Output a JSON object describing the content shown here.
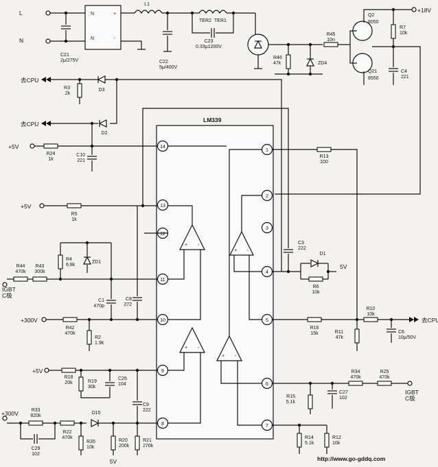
{
  "ic": {
    "name": "LM339",
    "pins": [
      "1",
      "2",
      "3",
      "4",
      "5",
      "6",
      "7",
      "8",
      "9",
      "10",
      "11",
      "12",
      "13",
      "14"
    ]
  },
  "terminals": {
    "L": "L",
    "N": "N",
    "v18": "+18V",
    "v5": "+5V",
    "v5b": "5V",
    "v300": "+300V",
    "cpu": "去CPU",
    "igbt": "IGBT",
    "cpole": "C极"
  },
  "bridge": {
    "n1": "N",
    "n2": "N",
    "plus": "+",
    "minus": "-"
  },
  "components": [
    {
      "ref": "C21",
      "value": "2μ/275V"
    },
    {
      "ref": "L1",
      "value": ""
    },
    {
      "ref": "C22",
      "value": "5μ/400V"
    },
    {
      "ref": "TER2",
      "value": ""
    },
    {
      "ref": "TER1",
      "value": ""
    },
    {
      "ref": "C23",
      "value": "0.33μ1200V"
    },
    {
      "ref": "R46",
      "value": "47k"
    },
    {
      "ref": "R45",
      "value": "10n"
    },
    {
      "ref": "ZD4",
      "value": ""
    },
    {
      "ref": "Q2",
      "value": "8050"
    },
    {
      "ref": "Q21",
      "value": "8550"
    },
    {
      "ref": "R7",
      "value": "10k"
    },
    {
      "ref": "C4",
      "value": "221"
    },
    {
      "ref": "R3",
      "value": "2k"
    },
    {
      "ref": "D3",
      "value": ""
    },
    {
      "ref": "D2",
      "value": ""
    },
    {
      "ref": "R24",
      "value": "1k"
    },
    {
      "ref": "C10",
      "value": "221"
    },
    {
      "ref": "R5",
      "value": "1k"
    },
    {
      "ref": "R13",
      "value": "100"
    },
    {
      "ref": "R4",
      "value": "6.8k"
    },
    {
      "ref": "ZD1",
      "value": ""
    },
    {
      "ref": "R44",
      "value": "470k"
    },
    {
      "ref": "R43",
      "value": "300k"
    },
    {
      "ref": "C1",
      "value": "470p"
    },
    {
      "ref": "C8",
      "value": "272"
    },
    {
      "ref": "C3",
      "value": "222"
    },
    {
      "ref": "D1",
      "value": ""
    },
    {
      "ref": "R6",
      "value": "10k"
    },
    {
      "ref": "R42",
      "value": "470k"
    },
    {
      "ref": "R2",
      "value": "1.9k"
    },
    {
      "ref": "R16",
      "value": "15k"
    },
    {
      "ref": "R11",
      "value": "47k"
    },
    {
      "ref": "R10",
      "value": "10k"
    },
    {
      "ref": "C6",
      "value": "10μ/50V"
    },
    {
      "ref": "R18",
      "value": "20k"
    },
    {
      "ref": "R19",
      "value": "30k"
    },
    {
      "ref": "C26",
      "value": "104"
    },
    {
      "ref": "C9",
      "value": "222"
    },
    {
      "ref": "R34",
      "value": "470k"
    },
    {
      "ref": "R25",
      "value": "470k"
    },
    {
      "ref": "R15",
      "value": "5.1k"
    },
    {
      "ref": "C27",
      "value": "102"
    },
    {
      "ref": "R33",
      "value": "820k"
    },
    {
      "ref": "C29",
      "value": "102"
    },
    {
      "ref": "R22",
      "value": "470k"
    },
    {
      "ref": "D15",
      "value": ""
    },
    {
      "ref": "R35",
      "value": "10k"
    },
    {
      "ref": "R20",
      "value": "200k"
    },
    {
      "ref": "R21",
      "value": "270k"
    },
    {
      "ref": "R14",
      "value": "5.1k"
    },
    {
      "ref": "R12",
      "value": "10k"
    }
  ],
  "opamp_signs": {
    "plus": "+",
    "minus": "-"
  },
  "watermark": "http://www.go-gddq.com"
}
